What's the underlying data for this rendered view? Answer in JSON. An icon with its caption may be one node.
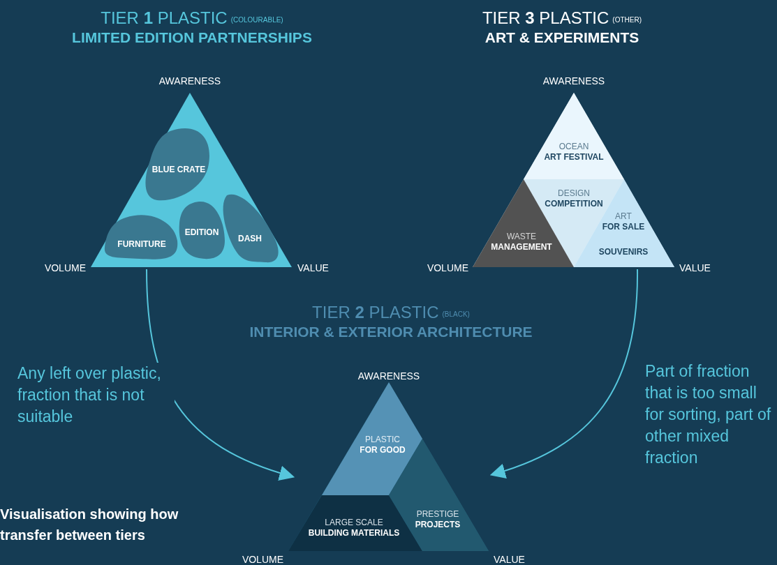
{
  "diagram": {
    "nodes": [
      {
        "text": [
          "TIER **1** PLASTIC",
          "LIMITED EDITION PARTNERSHIPS"
        ],
        "beside": [
          "AWARENESS",
          "VOLUME",
          "VALUE"
        ]
      },
      {
        "text": [
          "BLUE CRATE"
        ],
        "in": 0
      },
      {
        "text": [
          "FURNITURE"
        ],
        "in": 0
      },
      {
        "text": [
          "EDITION"
        ],
        "in": 0
      },
      {
        "text": [
          "DASH"
        ],
        "in": 0
      },
      {
        "text": [
          "TIER **3** PLASTIC",
          "ART & EXPERIMENTS"
        ],
        "beside": [
          "AWARENESS",
          "VOLUME",
          "VALUE"
        ]
      },
      {
        "text": [
          "OCEAN **ART FESTIVAL**"
        ],
        "in": 5
      },
      {
        "text": [
          "DESIGN **COMPETITION**"
        ],
        "in": 5
      },
      {
        "text": [
          "WASTE **MANAGEMENT**"
        ],
        "in": 5
      },
      {
        "text": [
          "ART **FOR SALE**",
          "SOUVENIRS"
        ],
        "in": 5
      },
      {
        "text": [
          "TIER **2** PLASTIC",
          "INTERIOR & EXTERIOR ARCHITECTURE"
        ],
        "beside": [
          "AWARENESS",
          "VOLUME",
          "VALUE"
        ]
      },
      {
        "text": [
          "PLASTIC **FOR GOOD**"
        ],
        "in": 10
      },
      {
        "text": [
          "LARGE SCALE **BUILDING MATERIALS**"
        ],
        "in": 10
      },
      {
        "text": [
          "PRESTIGE **PROJECTS**"
        ],
        "in": 10
      }
    ],
    "edges": [
      {
        "from": 0,
        "to": 10,
        "arrow": "to",
        "label": "Any left over plastic, fraction that is not suitable"
      },
      {
        "from": 5,
        "to": 10,
        "arrow": "to",
        "label": "Part of fraction that is too small for sorting, part of other mixed fraction"
      }
    ],
    "labels": [
      "(COLOURABLE)",
      "(OTHER)",
      "(BLACK)",
      "Visualisation showing how transfer between tiers"
    ]
  }
}
